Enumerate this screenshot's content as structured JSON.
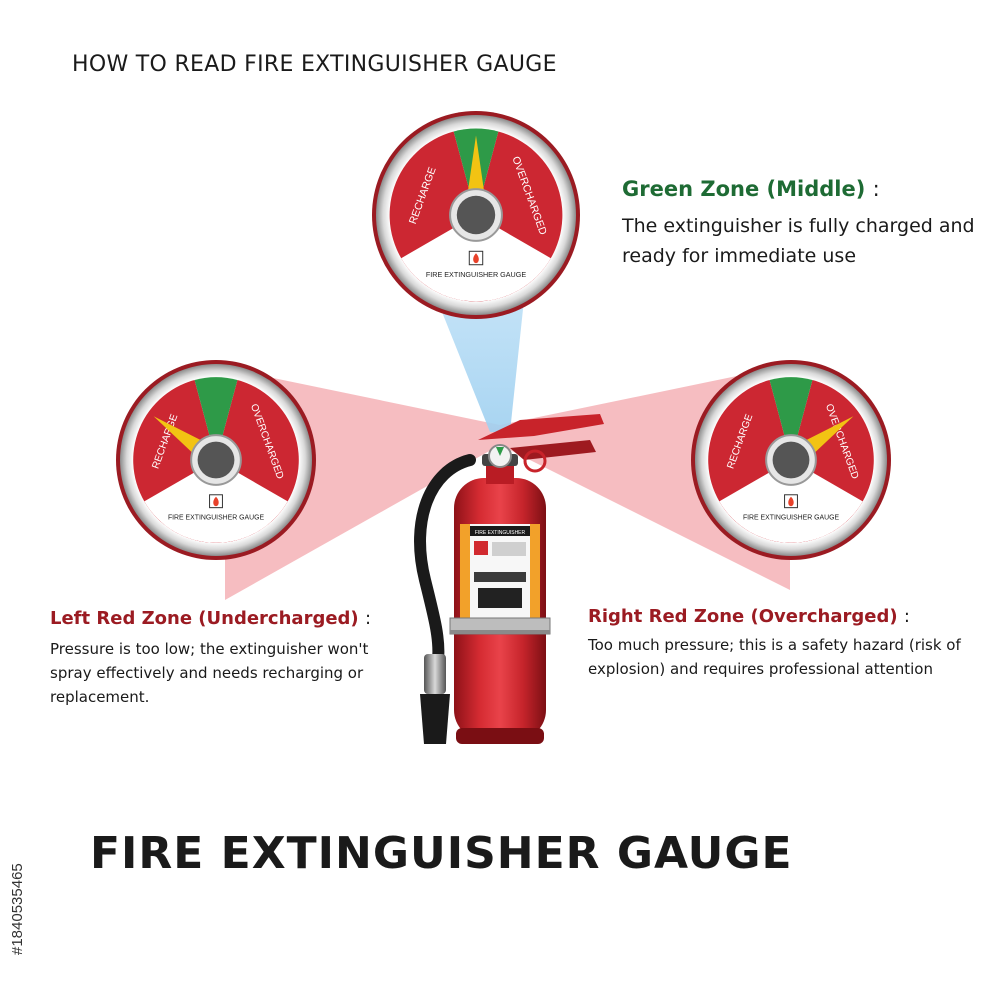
{
  "header": {
    "title": "HOW TO READ FIRE EXTINGUISHER GAUGE"
  },
  "footer": {
    "title": "FIRE EXTINGUISHER GAUGE"
  },
  "gauge_labels": {
    "recharge": "RECHARGE",
    "overcharged": "OVERCHARGED",
    "face": "FIRE EXTINGUISHER GAUGE"
  },
  "gauges": {
    "middle": {
      "needle_zone": "green"
    },
    "left": {
      "needle_zone": "recharge"
    },
    "right": {
      "needle_zone": "overcharged"
    }
  },
  "zones": {
    "green": {
      "heading": "Green Zone (Middle)",
      "colon": ":",
      "description": "The extinguisher is fully charged and ready for immediate use"
    },
    "left": {
      "heading": "Left Red Zone (Undercharged)",
      "colon": ":",
      "description": "Pressure is too low; the extinguisher won't spray effectively and needs recharging or replacement."
    },
    "right": {
      "heading": "Right Red Zone (Overcharged)",
      "colon": ":",
      "description": "Too much pressure; this is a safety hazard (risk of explosion) and requires professional attention"
    }
  },
  "extinguisher": {
    "label": "FIRE EXTINGUISHER"
  },
  "stock_id": "#1840535465",
  "colors": {
    "red_zone": "#cc2732",
    "green_zone": "#2e9a48",
    "needle": "#f2c313",
    "beam_red": "#f2a3a8",
    "beam_blue": "#a9d6f2",
    "heading_green": "#1e6b34",
    "heading_red": "#9b1b22"
  }
}
